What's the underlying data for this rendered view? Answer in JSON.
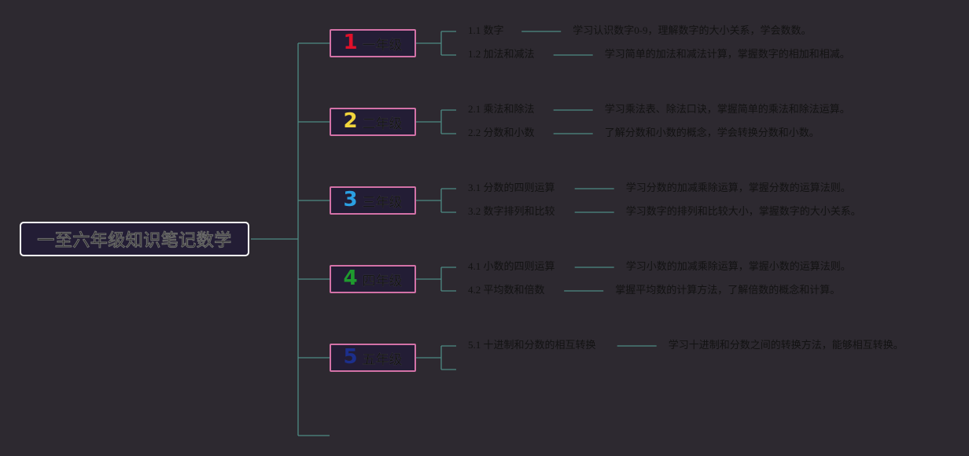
{
  "title": "一至六年级知识笔记数学",
  "colors": {
    "line": "#4e8b84",
    "root_border": "#ffffff",
    "node_border": "#d372a7",
    "node_fill": "#231d35",
    "background": "#2d2930"
  },
  "grades": [
    {
      "num": "1",
      "label": "一年级",
      "color": "#e0102a",
      "topics": [
        {
          "name": "1.1 数字",
          "desc": "学习认识数字0-9，理解数字的大小关系，学会数数。"
        },
        {
          "name": "1.2 加法和减法",
          "desc": "学习简单的加法和减法计算，掌握数字的相加和相减。"
        }
      ]
    },
    {
      "num": "2",
      "label": "二年级",
      "color": "#f2d53c",
      "topics": [
        {
          "name": "2.1 乘法和除法",
          "desc": "学习乘法表、除法口诀，掌握简单的乘法和除法运算。"
        },
        {
          "name": "2.2 分数和小数",
          "desc": "了解分数和小数的概念，学会转换分数和小数。"
        }
      ]
    },
    {
      "num": "3",
      "label": "三年级",
      "color": "#2b9fe3",
      "topics": [
        {
          "name": "3.1 分数的四则运算",
          "desc": "学习分数的加减乘除运算，掌握分数的运算法则。"
        },
        {
          "name": "3.2 数字排列和比较",
          "desc": "学习数字的排列和比较大小，掌握数字的大小关系。"
        }
      ]
    },
    {
      "num": "4",
      "label": "四年级",
      "color": "#1f9a2e",
      "topics": [
        {
          "name": "4.1 小数的四则运算",
          "desc": "学习小数的加减乘除运算，掌握小数的运算法则。"
        },
        {
          "name": "4.2 平均数和倍数",
          "desc": "掌握平均数的计算方法，了解倍数的概念和计算。"
        }
      ]
    },
    {
      "num": "5",
      "label": "五年级",
      "color": "#1c2f8c",
      "topics": [
        {
          "name": "5.1 十进制和分数的相互转换",
          "desc": "学习十进制和分数之间的转换方法，能够相互转换。"
        }
      ]
    }
  ]
}
